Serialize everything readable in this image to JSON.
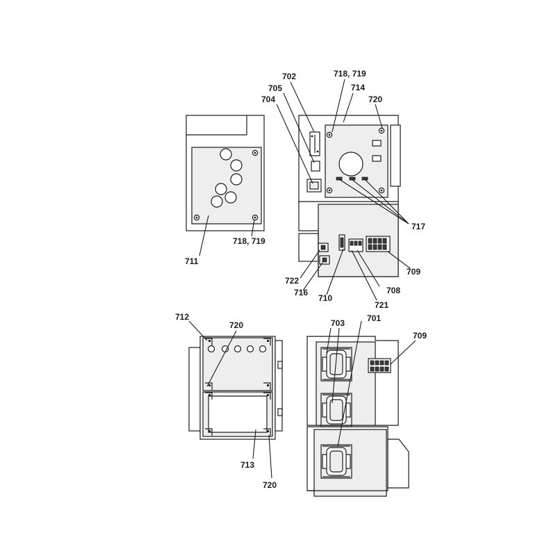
{
  "labels": {
    "l702": "702",
    "l718_719_top": "718, 719",
    "l705": "705",
    "l714": "714",
    "l704": "704",
    "l720_top": "720",
    "l717": "717",
    "l718_719_left": "718, 719",
    "l711": "711",
    "l709_top": "709",
    "l722": "722",
    "l708": "708",
    "l716": "716",
    "l710": "710",
    "l721": "721",
    "l712": "712",
    "l720_mid": "720",
    "l703": "703",
    "l701": "701",
    "l709_bottom": "709",
    "l713": "713",
    "l720_bottom": "720"
  }
}
